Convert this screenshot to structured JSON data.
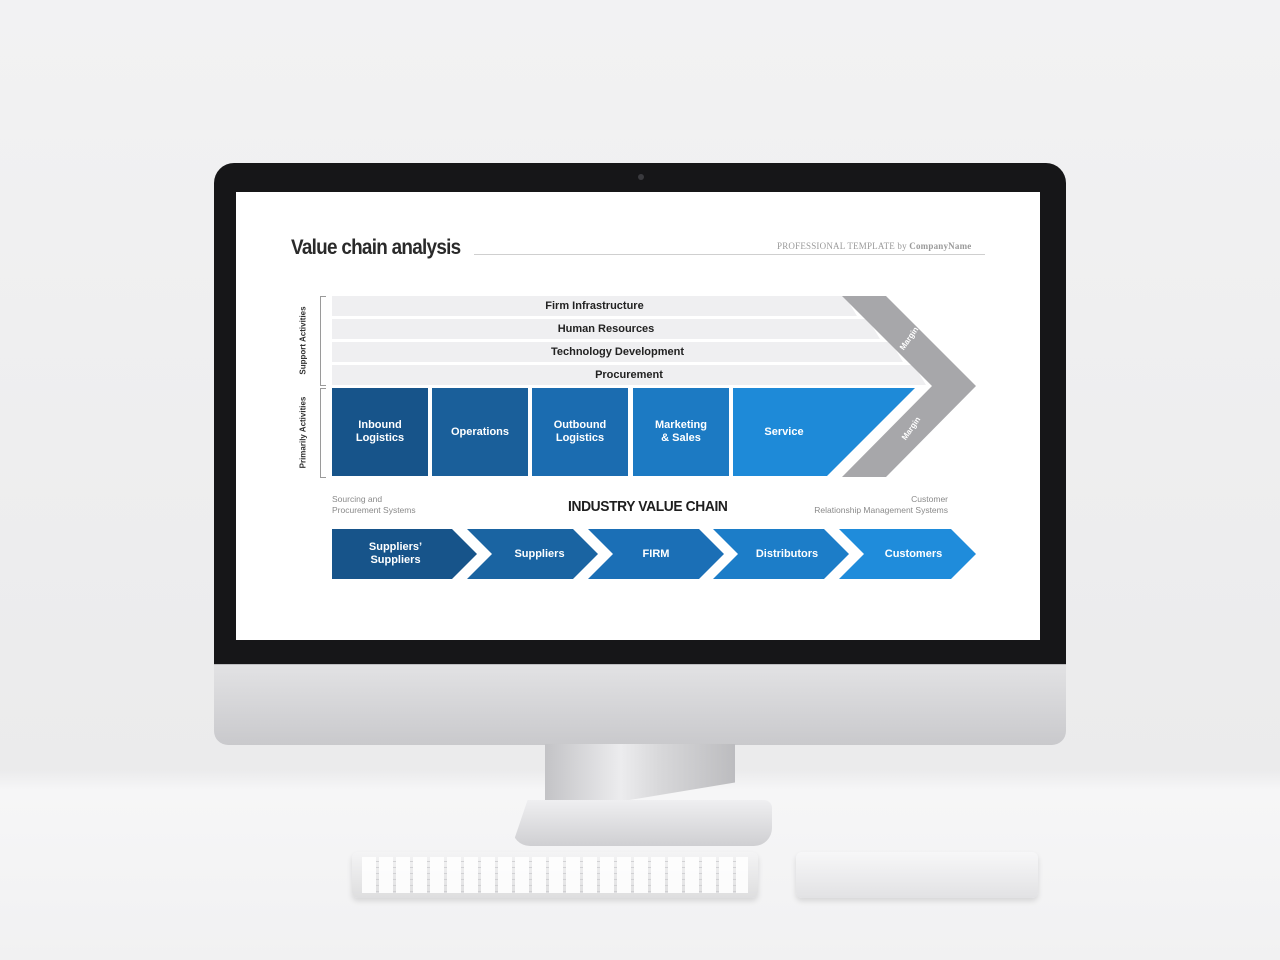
{
  "slide": {
    "title": "Value chain analysis",
    "subtitle_prefix": "PROFESSIONAL TEMPLATE by ",
    "subtitle_company": "CompanyName"
  },
  "support": {
    "group_label": "Support Activities",
    "rows": [
      "Firm Infrastructure",
      "Human Resources",
      "Technology  Development",
      "Procurement"
    ]
  },
  "primary": {
    "group_label": "Primarily Activities",
    "items": [
      {
        "label": "Inbound\nLogistics",
        "color": "#17548a"
      },
      {
        "label": "Operations",
        "color": "#1a5f9a"
      },
      {
        "label": "Outbound\nLogistics",
        "color": "#1b6cb0"
      },
      {
        "label": "Marketing\n& Sales",
        "color": "#1c7ac3"
      },
      {
        "label": "Service",
        "color": "#1e8ad8"
      }
    ]
  },
  "margin": {
    "top_label": "Margin",
    "bottom_label": "Margin",
    "color": "#a7a7aa"
  },
  "industry": {
    "title": "INDUSTRY VALUE CHAIN",
    "left_note": "Sourcing and\nProcurement Systems",
    "right_note": "Customer\nRelationship Management Systems",
    "chain": [
      {
        "label": "Suppliers’\nSuppliers",
        "color": "#17548a"
      },
      {
        "label": "Suppliers",
        "color": "#1a64a2"
      },
      {
        "label": "FIRM",
        "color": "#1b6fb6"
      },
      {
        "label": "Distributors",
        "color": "#1c7dc8"
      },
      {
        "label": "Customers",
        "color": "#1f8cdb"
      }
    ]
  }
}
